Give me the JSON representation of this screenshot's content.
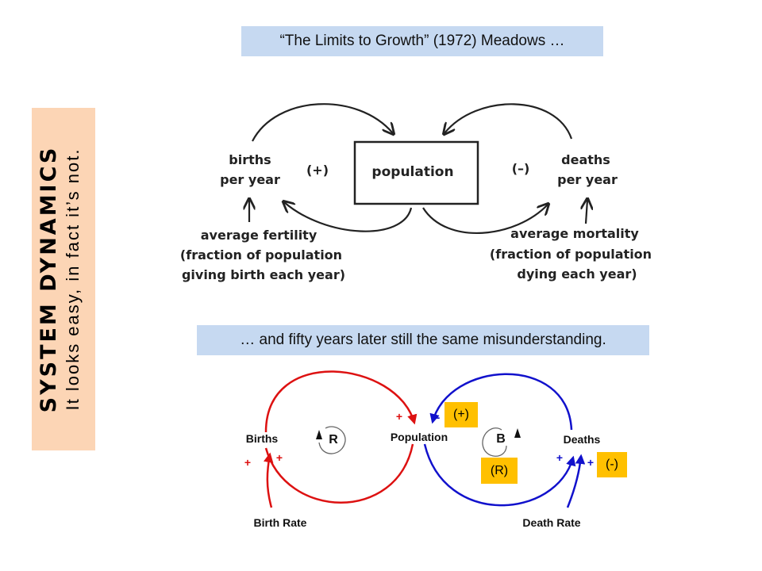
{
  "banners": {
    "top": "“The Limits to Growth” (1972) Meadows …",
    "bottom": "… and fifty years later still the same misunderstanding."
  },
  "side_panel": {
    "title": "SYSTEM DYNAMICS",
    "subtitle": "It looks easy,  in fact it’s not."
  },
  "meadows_diagram": {
    "stock": "population",
    "births_line1": "births",
    "births_line2": "per year",
    "deaths_line1": "deaths",
    "deaths_line2": "per year",
    "loop_left_sign": "(+)",
    "loop_right_sign": "(–)",
    "fertility_line1": "average fertility",
    "fertility_line2": "(fraction of population",
    "fertility_line3": "giving birth each year)",
    "mortality_line1": "average mortality",
    "mortality_line2": "(fraction of population",
    "mortality_line3": "dying each year)"
  },
  "cld_diagram": {
    "births": "Births",
    "population": "Population",
    "deaths": "Deaths",
    "birth_rate": "Birth Rate",
    "death_rate": "Death Rate",
    "loop_R": "R",
    "loop_B": "B",
    "plus": "+",
    "minus": "-",
    "colors": {
      "reinforcing": "#dd1111",
      "balancing": "#1111cc"
    }
  },
  "callouts": {
    "plus": "(+)",
    "R": "(R)",
    "minus": "(-)",
    "color": "#ffc000"
  }
}
